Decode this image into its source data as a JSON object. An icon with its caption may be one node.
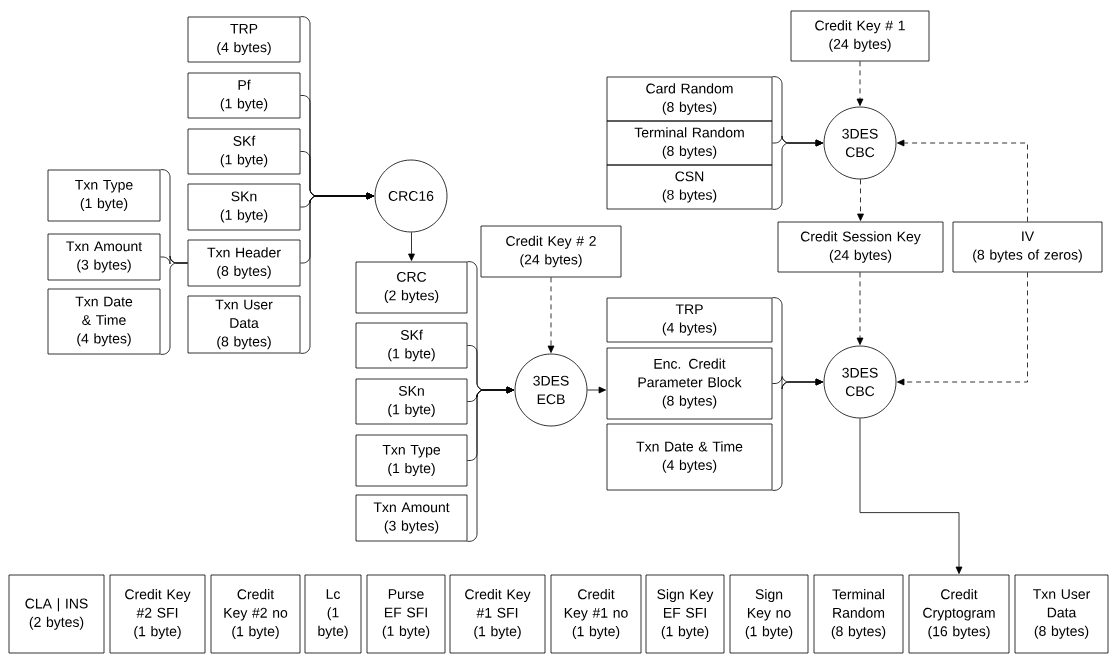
{
  "diagram": {
    "nodes": [
      {
        "text": [
          "TRP",
          "(4 bytes)"
        ]
      },
      {
        "text": [
          "Pf",
          "(1 byte)"
        ]
      },
      {
        "text": [
          "SKf",
          "(1 byte)"
        ]
      },
      {
        "text": [
          "SKn",
          "(1 byte)"
        ]
      },
      {
        "text": [
          "Txn Header",
          "(8 bytes)"
        ]
      },
      {
        "text": [
          "Txn User Data",
          "(8 bytes)"
        ]
      },
      {
        "text": [
          "Txn Type",
          "(1 byte)"
        ]
      },
      {
        "text": [
          "Txn Amount",
          "(3 bytes)"
        ]
      },
      {
        "text": [
          "Txn Date & Time",
          "(4 bytes)"
        ]
      },
      {
        "text": [
          "CRC16"
        ]
      },
      {
        "text": [
          "Credit Key # 1",
          "(24 bytes)"
        ]
      },
      {
        "text": [
          "Card Random",
          "(8 bytes)"
        ]
      },
      {
        "text": [
          "Terminal Random",
          "(8 bytes)"
        ]
      },
      {
        "text": [
          "CSN",
          "(8 bytes)"
        ]
      },
      {
        "text": [
          "3DES CBC"
        ]
      },
      {
        "text": [
          "CRC",
          "(2 bytes)"
        ]
      },
      {
        "text": [
          "SKf",
          "(1 byte)"
        ]
      },
      {
        "text": [
          "SKn",
          "(1 byte)"
        ]
      },
      {
        "text": [
          "Txn Type",
          "(1 byte)"
        ]
      },
      {
        "text": [
          "Txn Amount",
          "(3 bytes)"
        ]
      },
      {
        "text": [
          "Credit Key # 2",
          "(24 bytes)"
        ]
      },
      {
        "text": [
          "Credit Session Key",
          "(24 bytes)"
        ]
      },
      {
        "text": [
          "IV",
          "(8 bytes of zeros)"
        ]
      },
      {
        "text": [
          "TRP",
          "(4 bytes)"
        ]
      },
      {
        "text": [
          "Enc. Credit Parameter Block",
          "(8 bytes)"
        ]
      },
      {
        "text": [
          "Txn Date & Time",
          "(4 bytes)"
        ]
      },
      {
        "text": [
          "3DES ECB"
        ]
      },
      {
        "text": [
          "3DES CBC"
        ]
      },
      {
        "text": [
          "CLA | INS",
          "(2 bytes)"
        ]
      },
      {
        "text": [
          "Credit Key #2 SFI",
          "(1 byte)"
        ]
      },
      {
        "text": [
          "Credit Key #2 no",
          "(1 byte)"
        ]
      },
      {
        "text": [
          "Lc",
          "(1 byte)"
        ]
      },
      {
        "text": [
          "Purse EF SFI",
          "(1 byte)"
        ]
      },
      {
        "text": [
          "Credit Key #1 SFI",
          "(1 byte)"
        ]
      },
      {
        "text": [
          "Credit Key #1 no",
          "(1 byte)"
        ]
      },
      {
        "text": [
          "Sign Key EF SFI",
          "(1 byte)"
        ]
      },
      {
        "text": [
          "Sign Key no",
          "(1 byte)"
        ]
      },
      {
        "text": [
          "Terminal Random",
          "(8 bytes)"
        ]
      },
      {
        "text": [
          "Credit Cryptogram",
          "(16 bytes)"
        ]
      },
      {
        "text": [
          "Txn User Data",
          "(8 bytes)"
        ]
      }
    ],
    "edges": [
      {
        "from": 6,
        "to": 4,
        "arrow": "none"
      },
      {
        "from": 7,
        "to": 4,
        "arrow": "none"
      },
      {
        "from": 8,
        "to": 4,
        "arrow": "none"
      },
      {
        "from": 0,
        "to": 9,
        "arrow": "to"
      },
      {
        "from": 1,
        "to": 9,
        "arrow": "to"
      },
      {
        "from": 2,
        "to": 9,
        "arrow": "to"
      },
      {
        "from": 3,
        "to": 9,
        "arrow": "to"
      },
      {
        "from": 4,
        "to": 9,
        "arrow": "to"
      },
      {
        "from": 5,
        "to": 9,
        "arrow": "to"
      },
      {
        "from": 9,
        "to": 15,
        "arrow": "to"
      },
      {
        "from": 15,
        "to": 26,
        "arrow": "to"
      },
      {
        "from": 16,
        "to": 26,
        "arrow": "to"
      },
      {
        "from": 17,
        "to": 26,
        "arrow": "to"
      },
      {
        "from": 18,
        "to": 26,
        "arrow": "to"
      },
      {
        "from": 19,
        "to": 26,
        "arrow": "to"
      },
      {
        "from": 20,
        "to": 26,
        "arrow": "to",
        "style": "dashed"
      },
      {
        "from": 26,
        "to": 24,
        "arrow": "to"
      },
      {
        "from": 10,
        "to": 14,
        "arrow": "to",
        "style": "dashed"
      },
      {
        "from": 11,
        "to": 14,
        "arrow": "to"
      },
      {
        "from": 12,
        "to": 14,
        "arrow": "to"
      },
      {
        "from": 13,
        "to": 14,
        "arrow": "to"
      },
      {
        "from": 22,
        "to": 14,
        "arrow": "to",
        "style": "dashed"
      },
      {
        "from": 14,
        "to": 21,
        "arrow": "to",
        "style": "dashed"
      },
      {
        "from": 21,
        "to": 27,
        "arrow": "to",
        "style": "dashed"
      },
      {
        "from": 22,
        "to": 27,
        "arrow": "to",
        "style": "dashed"
      },
      {
        "from": 23,
        "to": 27,
        "arrow": "to"
      },
      {
        "from": 24,
        "to": 27,
        "arrow": "to"
      },
      {
        "from": 25,
        "to": 27,
        "arrow": "to"
      },
      {
        "from": 27,
        "to": 38,
        "arrow": "to"
      }
    ]
  }
}
